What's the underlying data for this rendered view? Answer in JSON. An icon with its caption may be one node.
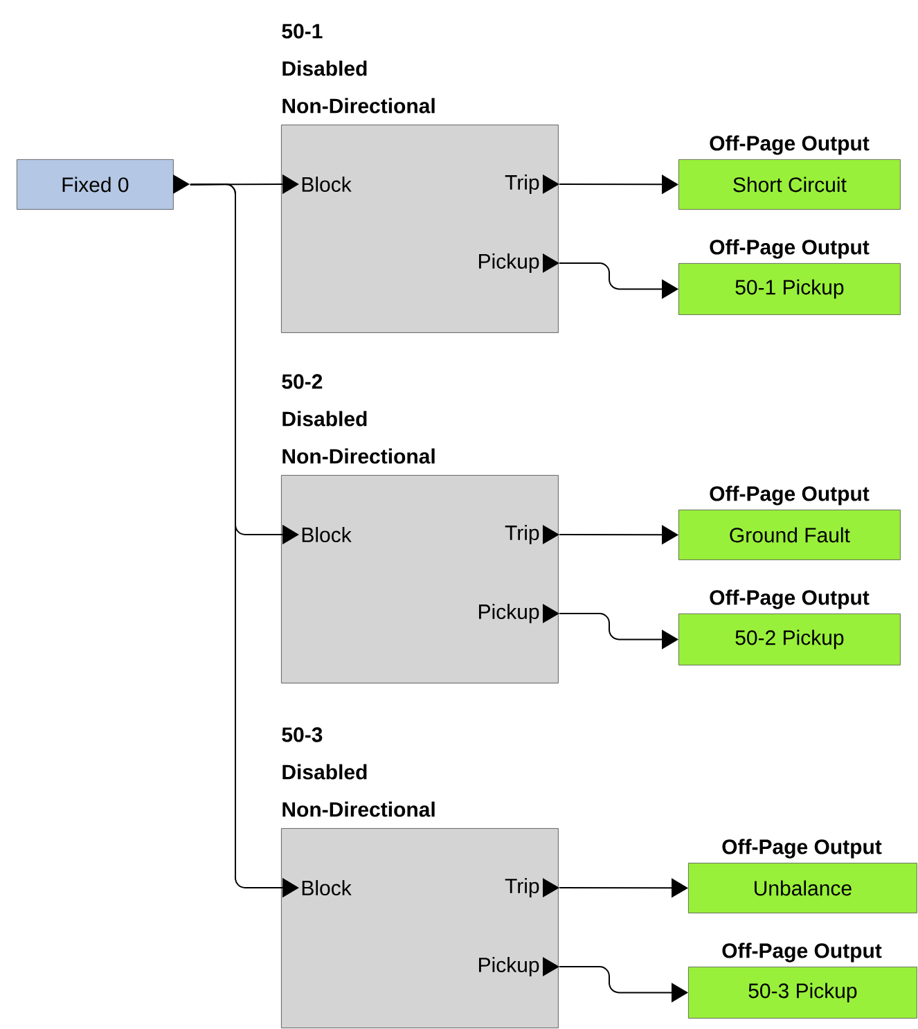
{
  "diagram": {
    "nodes": [
      {
        "text": [
          "Fixed 0"
        ]
      },
      {
        "text": [
          "50-1",
          "Disabled",
          "Non-Directional"
        ]
      },
      {
        "text": [
          "Block"
        ],
        "in": 1
      },
      {
        "text": [
          "Trip"
        ],
        "in": 1
      },
      {
        "text": [
          "Pickup"
        ],
        "in": 1
      },
      {
        "text": [
          "Off-Page Output",
          "Short Circuit"
        ]
      },
      {
        "text": [
          "Off-Page Output",
          "50-1 Pickup"
        ]
      },
      {
        "text": [
          "50-2",
          "Disabled",
          "Non-Directional"
        ]
      },
      {
        "text": [
          "Block"
        ],
        "in": 7
      },
      {
        "text": [
          "Trip"
        ],
        "in": 7
      },
      {
        "text": [
          "Pickup"
        ],
        "in": 7
      },
      {
        "text": [
          "Off-Page Output",
          "Ground Fault"
        ]
      },
      {
        "text": [
          "Off-Page Output",
          "50-2 Pickup"
        ]
      },
      {
        "text": [
          "50-3",
          "Disabled",
          "Non-Directional"
        ]
      },
      {
        "text": [
          "Block"
        ],
        "in": 13
      },
      {
        "text": [
          "Trip"
        ],
        "in": 13
      },
      {
        "text": [
          "Pickup"
        ],
        "in": 13
      },
      {
        "text": [
          "Off-Page Output",
          "Unbalance"
        ]
      },
      {
        "text": [
          "Off-Page Output",
          "50-3 Pickup"
        ]
      }
    ],
    "edges": [
      {
        "from": 0,
        "to": 2,
        "arrow": "to"
      },
      {
        "from": 0,
        "to": 8,
        "arrow": "to"
      },
      {
        "from": 0,
        "to": 14,
        "arrow": "to"
      },
      {
        "from": 3,
        "to": 5,
        "arrow": "to"
      },
      {
        "from": 4,
        "to": 6,
        "arrow": "to"
      },
      {
        "from": 9,
        "to": 11,
        "arrow": "to"
      },
      {
        "from": 10,
        "to": 12,
        "arrow": "to"
      },
      {
        "from": 15,
        "to": 17,
        "arrow": "to"
      },
      {
        "from": 16,
        "to": 18,
        "arrow": "to"
      }
    ]
  }
}
